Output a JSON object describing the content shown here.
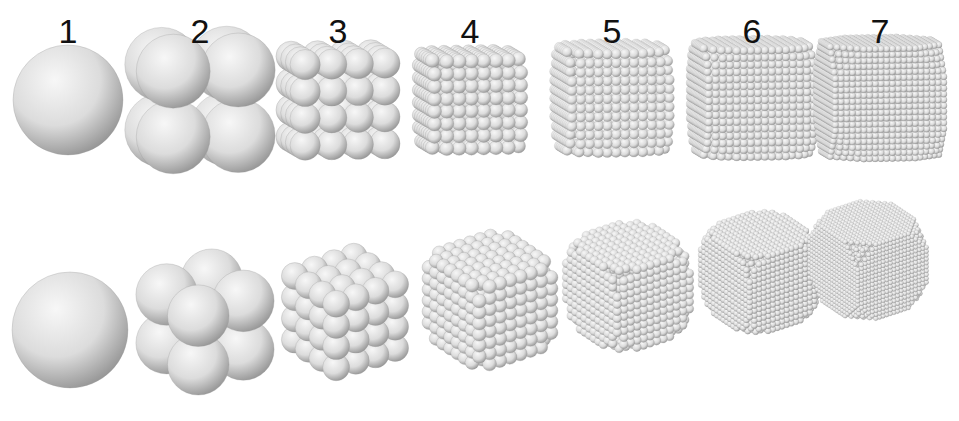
{
  "diagram": {
    "labels": [
      "1",
      "2",
      "3",
      "4",
      "5",
      "6",
      "7"
    ]
  }
}
